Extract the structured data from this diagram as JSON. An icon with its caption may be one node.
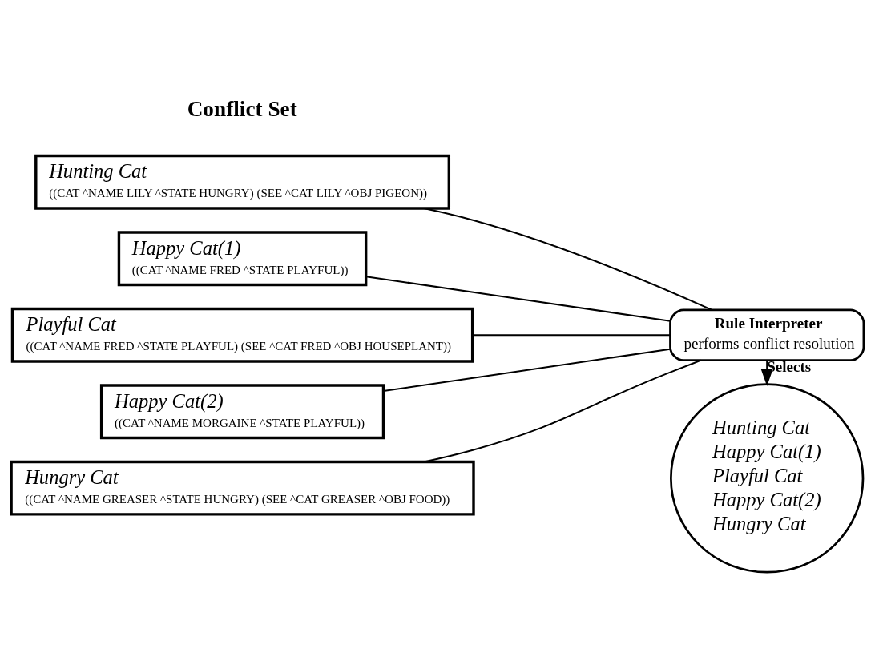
{
  "diagram": {
    "nodes": [
      {
        "text": [
          "Hunting Cat",
          "((CAT ^NAME LILY ^STATE HUNGRY) (SEE ^CAT LILY ^OBJ PIGEON))"
        ]
      },
      {
        "text": [
          "Happy Cat(1)",
          "((CAT ^NAME FRED ^STATE PLAYFUL))"
        ]
      },
      {
        "text": [
          "Playful Cat",
          "((CAT ^NAME FRED ^STATE PLAYFUL) (SEE ^CAT FRED ^OBJ HOUSEPLANT))"
        ]
      },
      {
        "text": [
          "Happy Cat(2)",
          "((CAT ^NAME MORGAINE ^STATE PLAYFUL))"
        ]
      },
      {
        "text": [
          "Hungry Cat",
          "((CAT ^NAME GREASER ^STATE HUNGRY) (SEE ^CAT GREASER ^OBJ FOOD))"
        ]
      },
      {
        "text": [
          "Rule Interpreter",
          "performs conflict resolution"
        ]
      },
      {
        "text": [
          "Hunting Cat",
          "Happy Cat(1)",
          "Playful Cat",
          "Happy Cat(2)",
          "Hungry Cat"
        ]
      }
    ],
    "edges": [
      {
        "from": 0,
        "to": 5,
        "arrow": "none"
      },
      {
        "from": 1,
        "to": 5,
        "arrow": "none"
      },
      {
        "from": 2,
        "to": 5,
        "arrow": "none"
      },
      {
        "from": 3,
        "to": 5,
        "arrow": "none"
      },
      {
        "from": 4,
        "to": 5,
        "arrow": "none"
      },
      {
        "from": 5,
        "to": 6,
        "arrow": "to",
        "label": "Selects"
      }
    ],
    "labels": [
      "Conflict Set"
    ]
  }
}
